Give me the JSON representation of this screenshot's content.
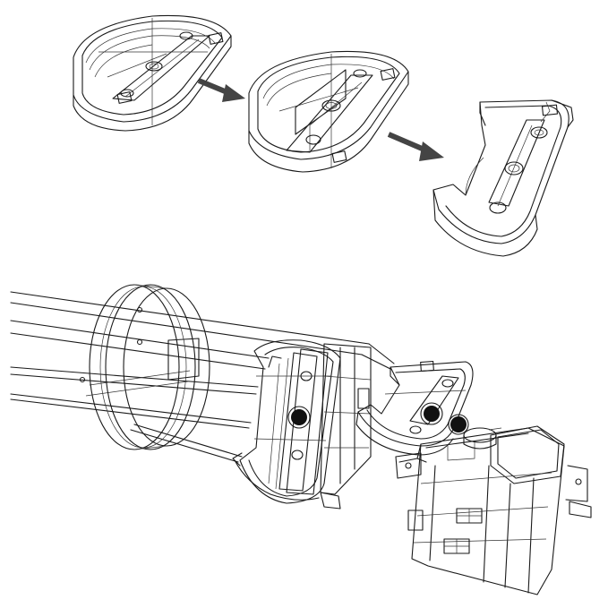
{
  "figure": {
    "background_color": "#ffffff",
    "line_color": "#1a1a1a",
    "arrow_color": "#444444",
    "sequence": [
      {
        "id": "stage-1",
        "shape": "half-disc bracket, flat base"
      },
      {
        "id": "stage-2",
        "shape": "half-disc bracket with center rib"
      },
      {
        "id": "stage-3",
        "shape": "trimmed C-shaped bracket"
      }
    ],
    "arrows": 2,
    "assembly_parts": [
      "rod",
      "disc-guard",
      "bracket-left",
      "bracket-right",
      "servo-housing",
      "knob"
    ]
  }
}
